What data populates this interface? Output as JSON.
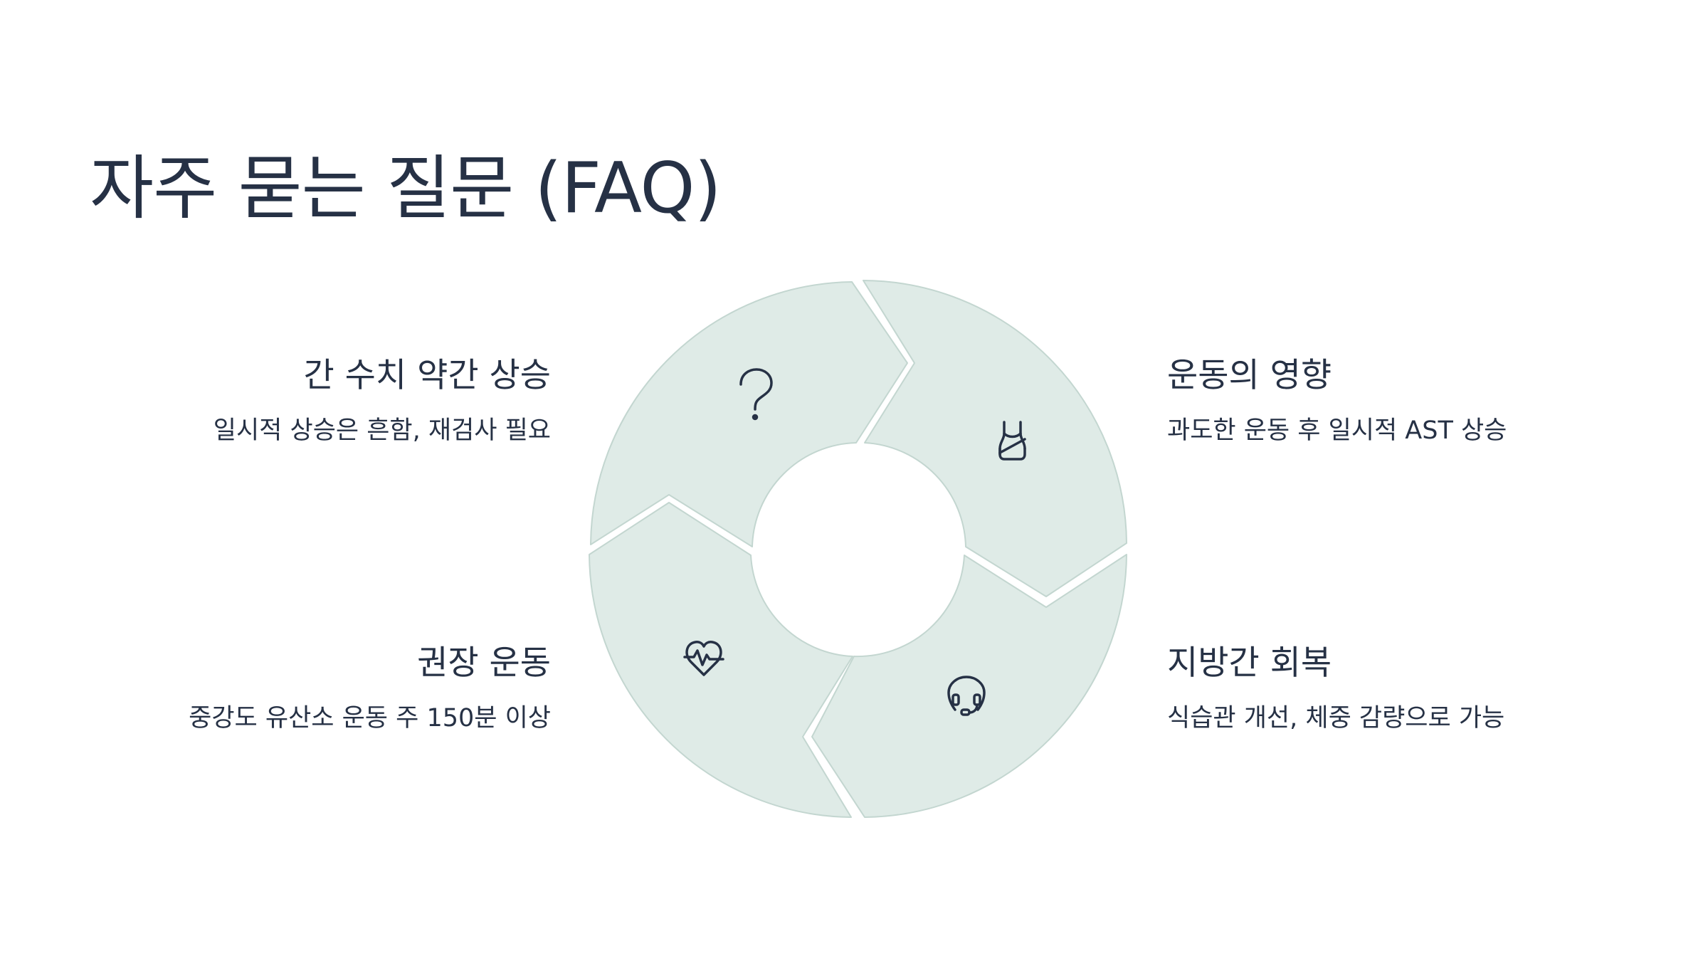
{
  "title": "자주 묻는 질문 (FAQ)",
  "colors": {
    "segment_fill": "#dfebe7",
    "segment_stroke": "#c3d6d0",
    "text": "#263145",
    "background": "#ffffff"
  },
  "items": [
    {
      "title": "간 수치 약간 상승",
      "description": "일시적 상승은 흔함, 재검사 필요",
      "icon": "question-mark-icon"
    },
    {
      "title": "운동의 영향",
      "description": "과도한 운동 후 일시적 AST 상승",
      "icon": "tank-top-icon"
    },
    {
      "title": "권장 운동",
      "description": "중강도 유산소 운동 주 150분 이상",
      "icon": "heartbeat-icon"
    },
    {
      "title": "지방간 회복",
      "description": "식습관 개선, 체중 감량으로 가능",
      "icon": "headset-icon"
    }
  ]
}
